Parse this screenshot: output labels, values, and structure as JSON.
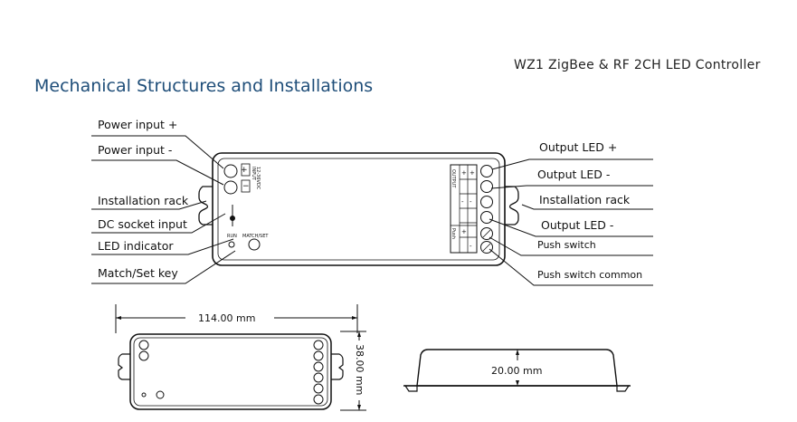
{
  "header": {
    "product_title": "WZ1  ZigBee & RF 2CH LED Controller",
    "section_title": "Mechanical Structures and Installations"
  },
  "left_labels": [
    "Power input +",
    "Power input -",
    "Installation rack",
    "DC socket input",
    "LED indicator",
    "Match/Set key"
  ],
  "right_labels": [
    "Output LED +",
    "Output LED -",
    "Installation rack",
    "Output LED -",
    "Push switch",
    "Push switch common"
  ],
  "device_markings": {
    "input_plus": "+",
    "input_minus": "−",
    "input_label": "INPUT",
    "input_voltage": "12-36VDC",
    "run_label": "RUN",
    "match_set_label": "MATCH/SET",
    "output_label": "OUTPUT",
    "push_label": "Push",
    "terminal_signs": [
      "+",
      "+",
      "-",
      "-",
      "+",
      "-"
    ]
  },
  "dimensions": {
    "width": "114.00 mm",
    "depth": "38.00 mm",
    "height": "20.00 mm"
  }
}
